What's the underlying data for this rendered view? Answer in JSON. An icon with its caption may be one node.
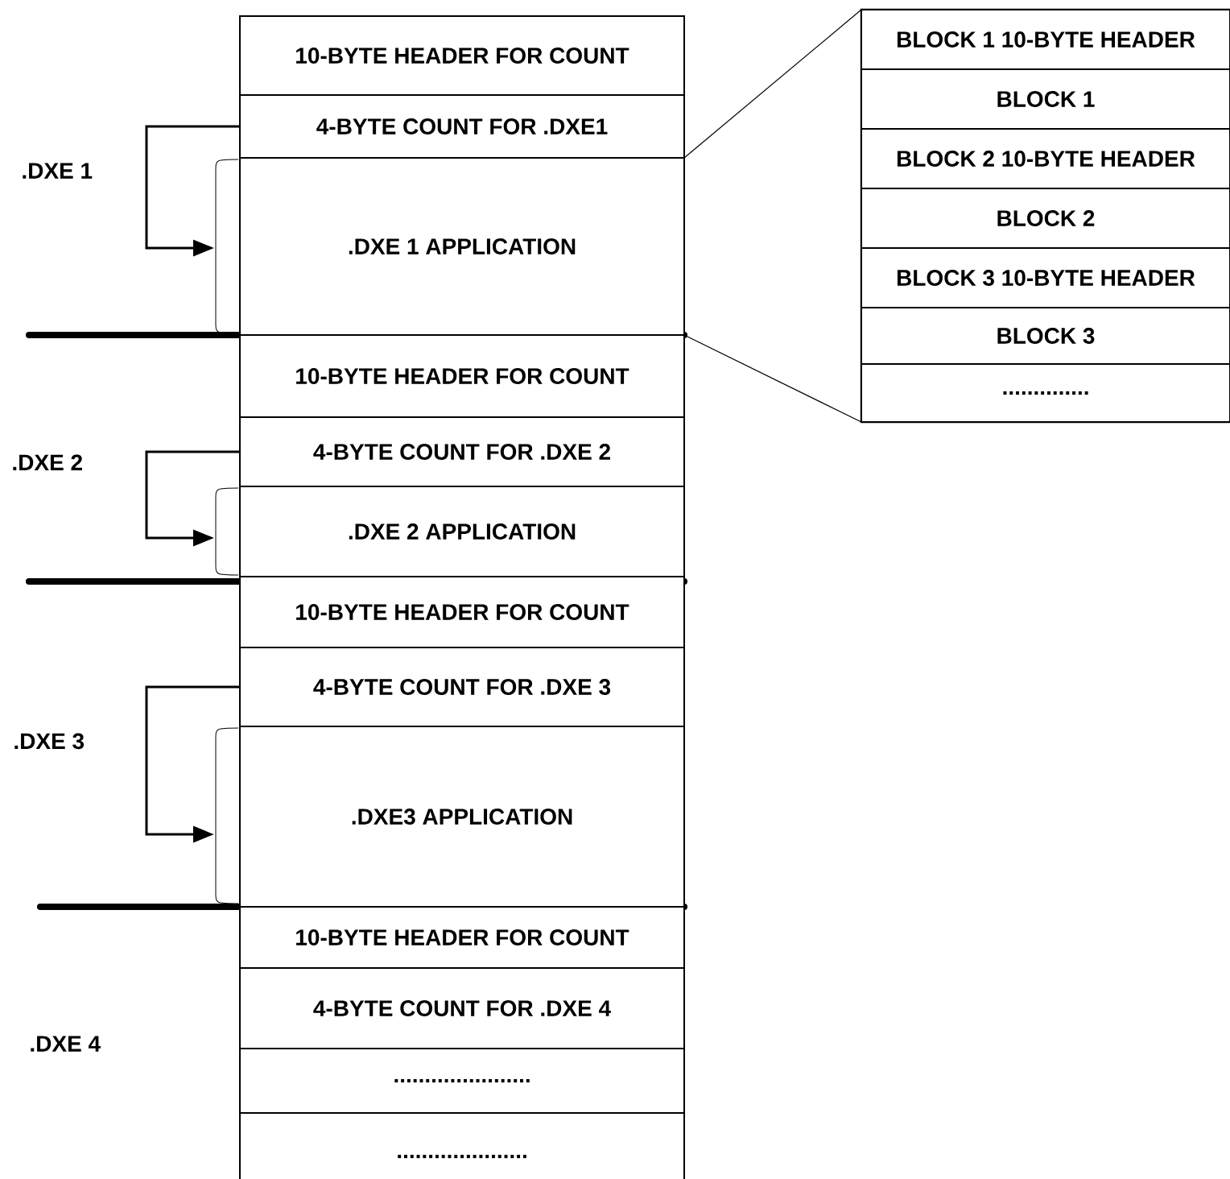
{
  "diagram": {
    "nodes": [
      {
        "text": [
          "10-BYTE HEADER FOR COUNT"
        ]
      },
      {
        "text": [
          "4-BYTE COUNT FOR .DXE1"
        ]
      },
      {
        "text": [
          ".DXE 1 APPLICATION"
        ]
      },
      {
        "text": [
          "10-BYTE HEADER FOR COUNT"
        ]
      },
      {
        "text": [
          "4-BYTE COUNT FOR .DXE 2"
        ]
      },
      {
        "text": [
          ".DXE 2 APPLICATION"
        ]
      },
      {
        "text": [
          "10-BYTE HEADER FOR COUNT"
        ]
      },
      {
        "text": [
          "4-BYTE COUNT FOR .DXE 3"
        ]
      },
      {
        "text": [
          ".DXE3 APPLICATION"
        ]
      },
      {
        "text": [
          "10-BYTE HEADER FOR COUNT"
        ]
      },
      {
        "text": [
          "4-BYTE COUNT FOR .DXE 4"
        ]
      },
      {
        "text": [
          "......................"
        ]
      },
      {
        "text": [
          "....................."
        ]
      },
      {
        "text": [],
        "shape": "box"
      },
      {
        "text": [
          "BLOCK 1 10-BYTE HEADER"
        ],
        "in": 13
      },
      {
        "text": [
          "BLOCK 1"
        ],
        "in": 13
      },
      {
        "text": [
          "BLOCK 2 10-BYTE HEADER"
        ],
        "in": 13
      },
      {
        "text": [
          "BLOCK 2"
        ],
        "in": 13
      },
      {
        "text": [
          "BLOCK 3 10-BYTE HEADER"
        ],
        "in": 13
      },
      {
        "text": [
          "BLOCK 3"
        ],
        "in": 13
      },
      {
        "text": [
          ".............."
        ],
        "in": 13
      }
    ],
    "edges": [
      {
        "from": 1,
        "to": 2,
        "arrow": "to"
      },
      {
        "from": 4,
        "to": 5,
        "arrow": "to"
      },
      {
        "from": 7,
        "to": 8,
        "arrow": "to"
      },
      {
        "from": 2,
        "to": 13,
        "arrow": "none"
      },
      {
        "from": 2,
        "to": 13,
        "arrow": "none"
      }
    ],
    "labels": [
      ".DXE 1",
      ".DXE 2",
      ".DXE 3",
      ".DXE 4"
    ]
  }
}
